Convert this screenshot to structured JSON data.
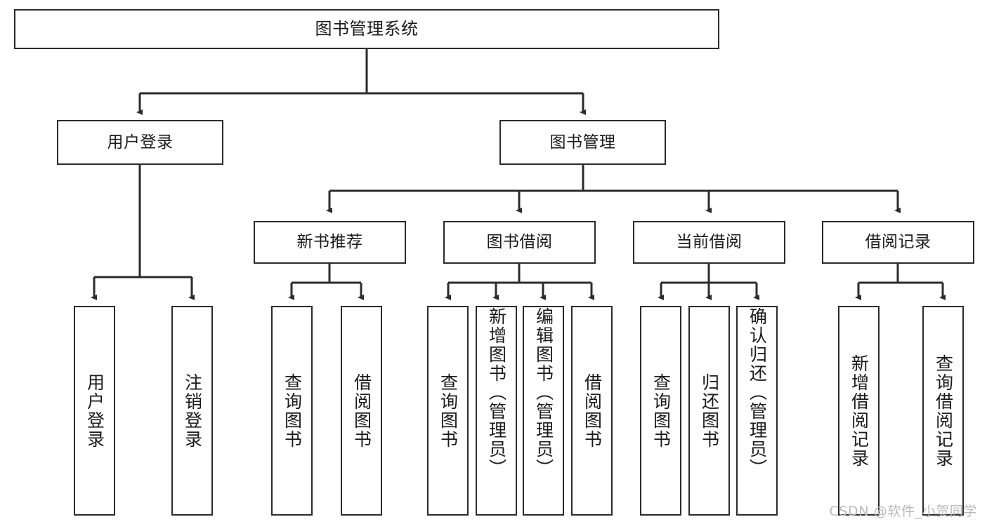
{
  "diagram": {
    "title": "图书管理系统",
    "type": "tree-hierarchy",
    "watermark": "CSDN @软件_小贺同学",
    "colors": {
      "box_stroke": "#2b2b2b",
      "box_fill": "#ffffff",
      "edge": "#2b2b2b",
      "text": "#1b1b1b",
      "watermark": "#b9b9b9"
    },
    "root": {
      "label": "图书管理系统"
    },
    "level2": [
      {
        "id": "user-login",
        "label": "用户登录"
      },
      {
        "id": "book-management",
        "label": "图书管理"
      }
    ],
    "level3": [
      {
        "id": "new-book-recommend",
        "label": "新书推荐"
      },
      {
        "id": "book-borrow",
        "label": "图书借阅"
      },
      {
        "id": "current-borrow",
        "label": "当前借阅"
      },
      {
        "id": "borrow-record",
        "label": "借阅记录"
      }
    ],
    "leaves": {
      "user-login": [
        {
          "id": "user-login-action",
          "label": "用户登录"
        },
        {
          "id": "user-logout-action",
          "label": "注销登录"
        }
      ],
      "new-book-recommend": [
        {
          "id": "query-book-1",
          "label": "查询图书"
        },
        {
          "id": "borrow-book-1",
          "label": "借阅图书"
        }
      ],
      "book-borrow": [
        {
          "id": "query-book-2",
          "label": "查询图书"
        },
        {
          "id": "add-book-admin",
          "label": "新增图书（管理员）"
        },
        {
          "id": "edit-book-admin",
          "label": "编辑图书（管理员）"
        },
        {
          "id": "borrow-book-2",
          "label": "借阅图书"
        }
      ],
      "current-borrow": [
        {
          "id": "query-book-3",
          "label": "查询图书"
        },
        {
          "id": "return-book",
          "label": "归还图书"
        },
        {
          "id": "confirm-return-admin",
          "label": "确认归还（管理员）"
        }
      ],
      "borrow-record": [
        {
          "id": "add-borrow-record",
          "label": "新增借阅记录"
        },
        {
          "id": "query-borrow-record",
          "label": "查询借阅记录"
        }
      ]
    }
  }
}
